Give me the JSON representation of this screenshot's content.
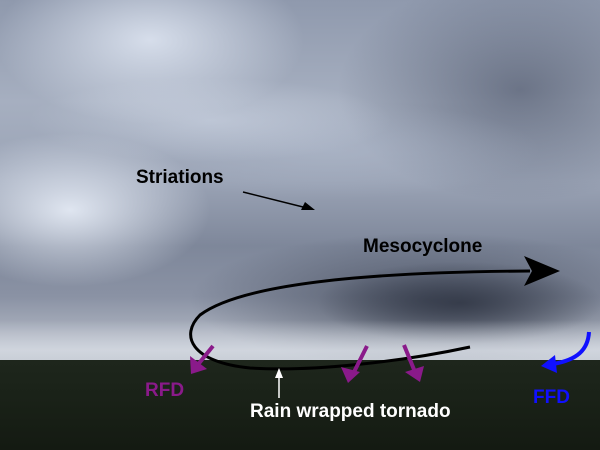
{
  "labels": {
    "striations": "Striations",
    "mesocyclone": "Mesocyclone",
    "rfd": "RFD",
    "tornado": "Rain wrapped tornado",
    "ffd": "FFD"
  },
  "colors": {
    "rfd": "#8a1a8a",
    "ffd": "#1010ff",
    "annotation": "#000000",
    "tornado_label": "#ffffff"
  }
}
